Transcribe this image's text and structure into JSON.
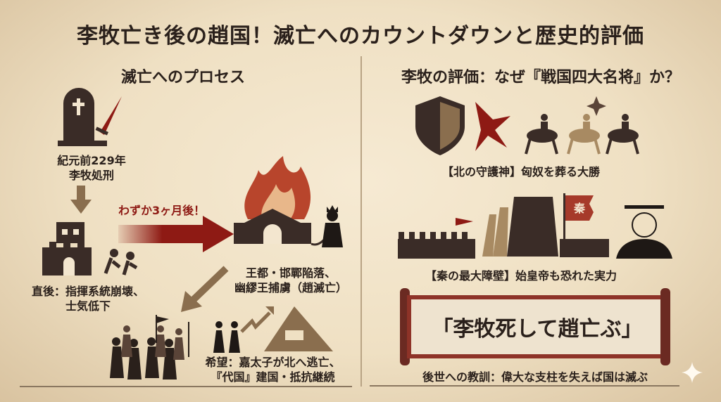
{
  "title": "李牧亡き後の趙国！滅亡へのカウントダウンと歴史的評価",
  "left": {
    "heading": "滅亡へのプロセス",
    "step1": [
      "紀元前229年",
      "李牧処刑"
    ],
    "step2": [
      "直後：指揮系統崩壊、",
      "士気低下"
    ],
    "arrow_label": "わずか3ヶ月後！",
    "step3": [
      "王都・邯鄲陥落、",
      "幽繆王捕虜（趙滅亡）"
    ],
    "step4": [
      "希望：嘉太子が北へ逃亡、",
      "『代国』建国・抵抗継続"
    ]
  },
  "right": {
    "heading": "李牧の評価：なぜ『戦国四大名将』か？",
    "eval1": "【北の守護神】匈奴を葬る大勝",
    "eval2": "【秦の最大障壁】始皇帝も恐れた実力",
    "flag_text": "秦",
    "quote": "「李牧死して趙亡ぶ」",
    "lesson": "後世への教訓：偉大な支柱を失えば国は滅ぶ"
  },
  "colors": {
    "accent": "#8e1a14",
    "dark": "#3a2c27",
    "tan": "#8a6e4e"
  }
}
